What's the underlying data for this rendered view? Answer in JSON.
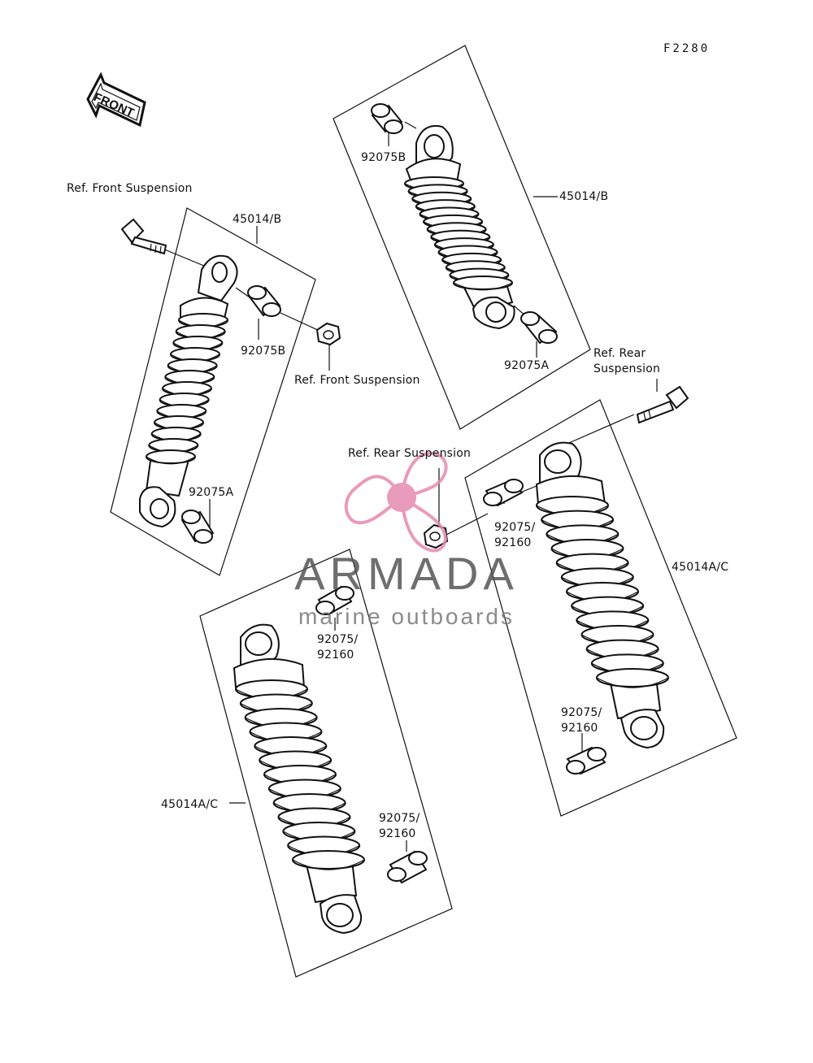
{
  "figure_id": "F2280",
  "front_label": "FRONT",
  "watermark": {
    "brand": "ARMADA",
    "tagline": "marine outboards",
    "accent_color": "#e58ab0",
    "text_color": "#555555"
  },
  "colors": {
    "line": "#111111",
    "background": "#ffffff"
  },
  "labels": {
    "ref_front_suspension_top": "Ref. Front Suspension",
    "shock_upper_left_part": "45014/B",
    "bushing_upper_left_b": "92075B",
    "ref_front_suspension_mid": "Ref. Front Suspension",
    "bushing_upper_left_a": "92075A",
    "bushing_top_right_b": "92075B",
    "shock_top_right_part": "45014/B",
    "bushing_top_right_a": "92075A",
    "ref_rear_suspension_right": "Ref. Rear\nSuspension",
    "ref_rear_suspension_center": "Ref. Rear Suspension",
    "bushing_center": "92075/\n92160",
    "shock_lower_right_part": "45014A/C",
    "bushing_lower_right": "92075/\n92160",
    "bushing_lower_left_top": "92075/\n92160",
    "shock_lower_left_part": "45014A/C",
    "bushing_lower_left_bottom": "92075/\n92160"
  }
}
